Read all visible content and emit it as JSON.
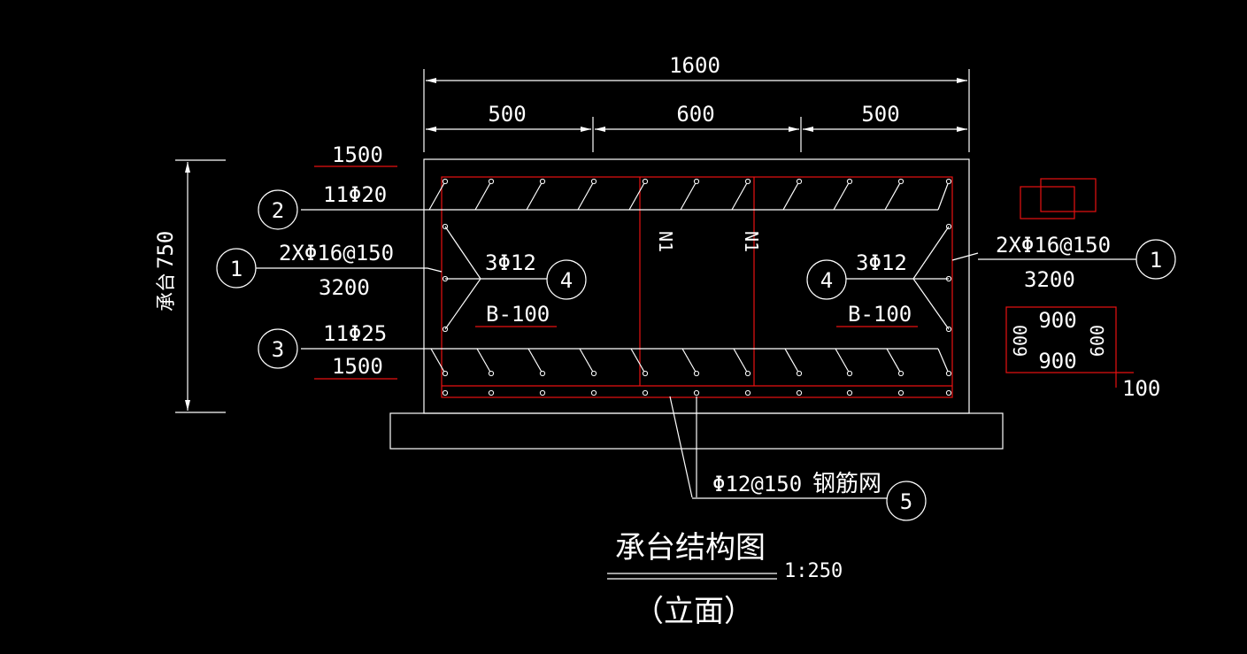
{
  "drawing": {
    "colors": {
      "background": "#000000",
      "line": "#ffffff",
      "rebar": "#e81010"
    },
    "dimensions": {
      "total": "1600",
      "left": "500",
      "middle": "600",
      "right": "500",
      "height": "750",
      "height_label": "承台"
    },
    "callouts": {
      "c2": {
        "number": "2",
        "top": "1500",
        "bottom": "11Φ20"
      },
      "c1_left": {
        "number": "1",
        "top": "2XΦ16@150",
        "bottom": "3200"
      },
      "c3": {
        "number": "3",
        "top": "11Φ25",
        "bottom": "1500"
      },
      "c4_left": {
        "number": "4",
        "text": "3Φ12",
        "label": "B-100"
      },
      "c4_right": {
        "number": "4",
        "text": "3Φ12",
        "label": "B-100"
      },
      "c1_right": {
        "number": "1",
        "top": "2XΦ16@150",
        "bottom": "3200"
      },
      "c5": {
        "number": "5",
        "text": "Φ12@150",
        "label": "钢筋网"
      }
    },
    "n_labels": [
      "N1",
      "N1"
    ],
    "detail": {
      "top": "900",
      "bottom": "900",
      "left": "600",
      "right": "600",
      "tail": "100"
    },
    "title": {
      "main": "承台结构图",
      "scale": "1:250",
      "sub": "（立面）"
    }
  }
}
